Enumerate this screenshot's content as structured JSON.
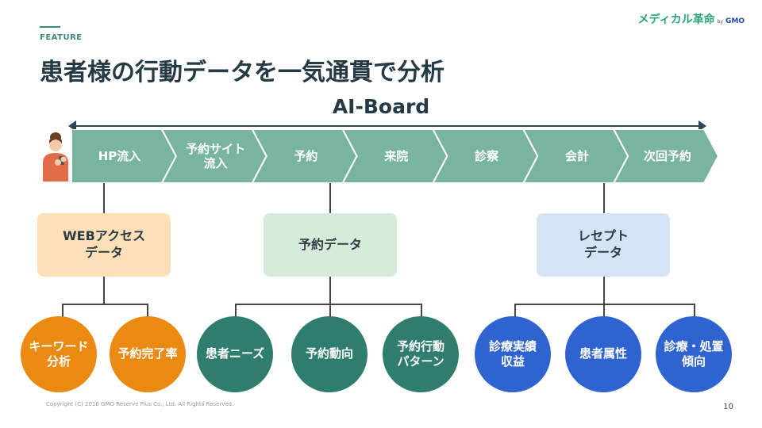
{
  "header": {
    "section": "FEATURE",
    "title": "患者様の行動データを一気通貫で分析",
    "logo_main": "メディカル革命",
    "logo_by": "by",
    "logo_gmo": "GMO"
  },
  "diagram": {
    "board_label": "AI-Board",
    "steps": [
      "HP流入",
      "予約サイト\n流入",
      "予約",
      "来院",
      "診察",
      "会計",
      "次回予約"
    ],
    "data_boxes": [
      {
        "label": "WEBアクセス\nデータ",
        "color": "#fde0b8"
      },
      {
        "label": "予約データ",
        "color": "#d7ebdb"
      },
      {
        "label": "レセプト\nデータ",
        "color": "#d3e4f5"
      }
    ],
    "analyses": [
      {
        "label": "キーワード\n分析",
        "group": 0
      },
      {
        "label": "予約完了率",
        "group": 0
      },
      {
        "label": "患者ニーズ",
        "group": 1
      },
      {
        "label": "予約動向",
        "group": 1
      },
      {
        "label": "予約行動\nパターン",
        "group": 1
      },
      {
        "label": "診療実績\n収益",
        "group": 2
      },
      {
        "label": "患者属性",
        "group": 2
      },
      {
        "label": "診療・処置\n傾向",
        "group": 2
      }
    ],
    "colors": {
      "flow_fill": "#78b4a0",
      "flow_stroke": "#ffffff",
      "orange": "#ea8a10",
      "teal": "#2f7d6d",
      "blue": "#2f63cf"
    }
  },
  "footer": {
    "copyright": "Copyright (C) 2016 GMO Reserve Plus Co., Ltd. All Rights Reserved.",
    "page_number": "10"
  }
}
